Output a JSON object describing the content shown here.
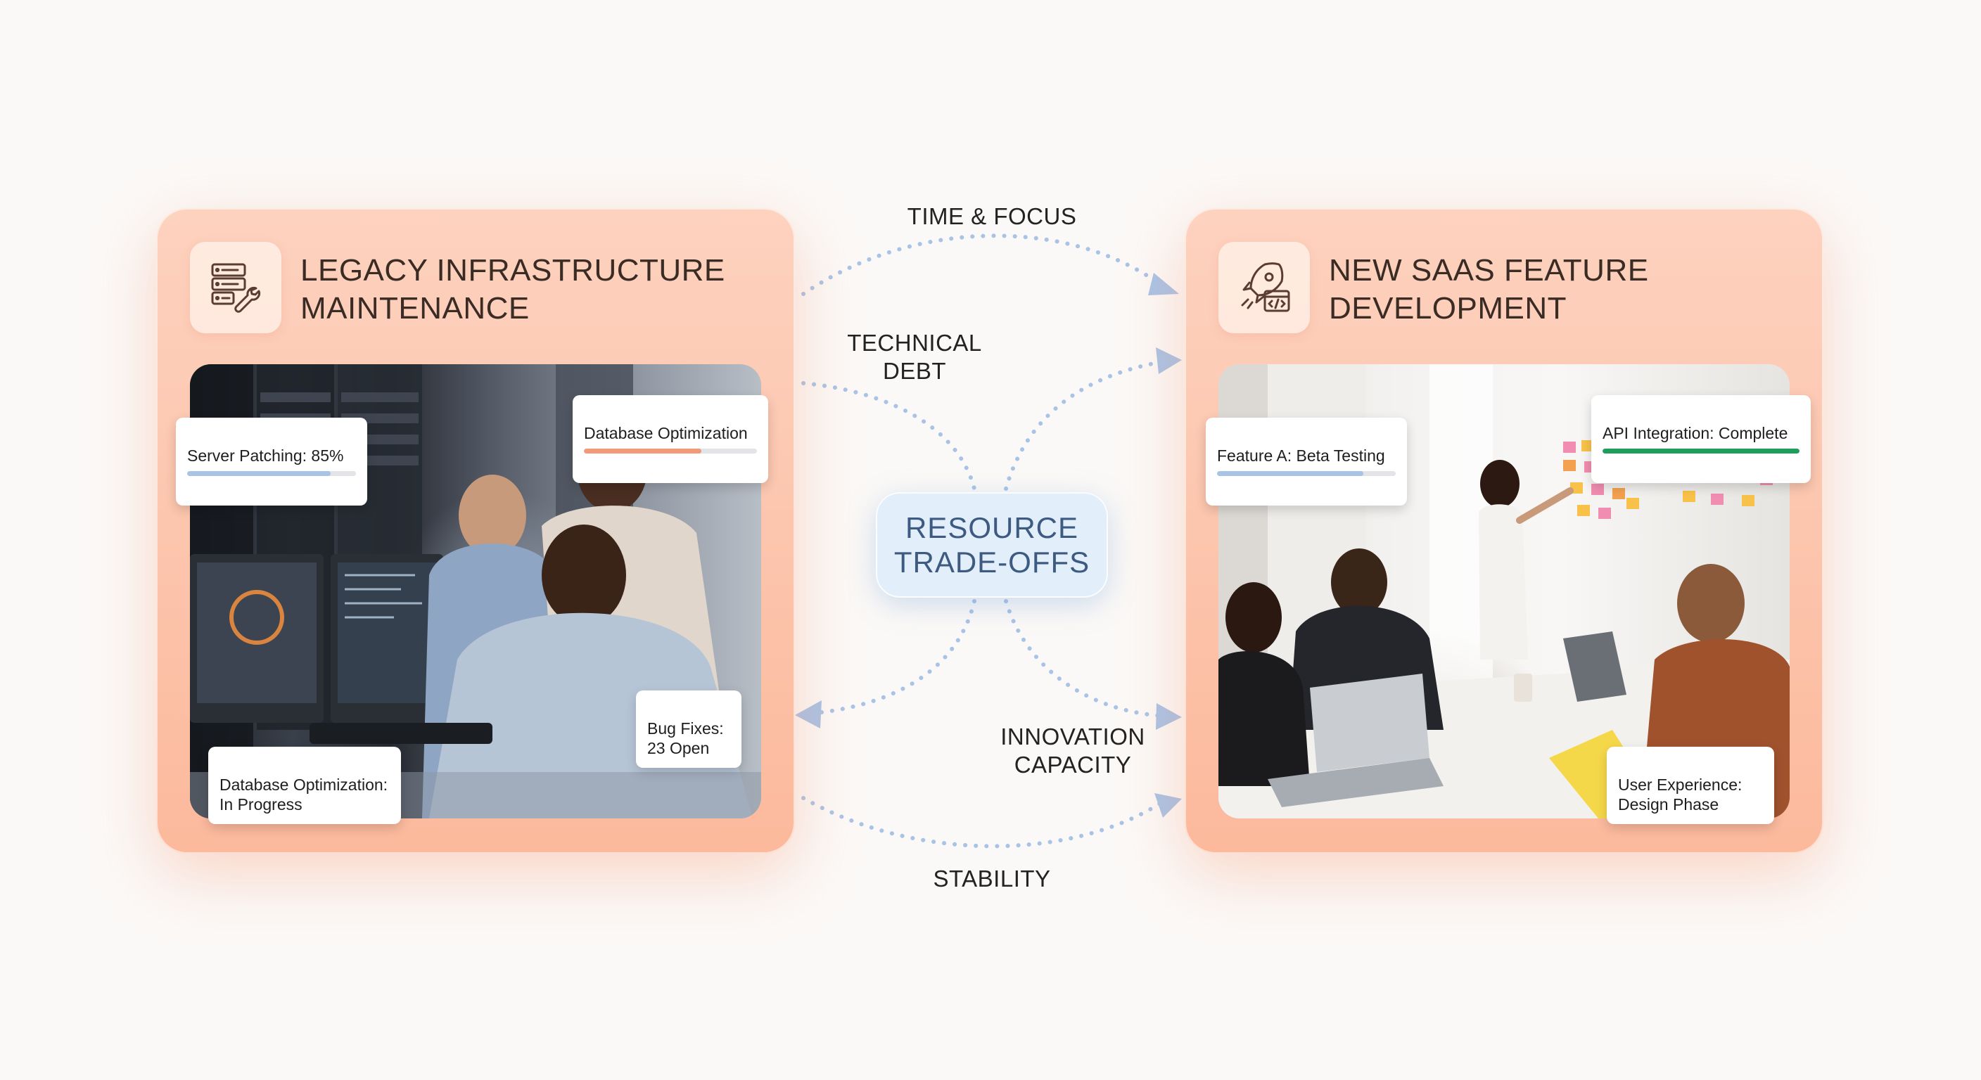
{
  "left_panel": {
    "title": "LEGACY INFRASTRUCTURE\nMAINTENANCE",
    "icon": "server-wrench-icon",
    "chips": {
      "server_patching": {
        "label": "Server Patching: 85%",
        "progress": 0.85,
        "color": "#a9c3e6"
      },
      "database_optimization": {
        "label": "Database Optimization",
        "progress": 0.68,
        "color": "#f29a78"
      },
      "bug_fixes": {
        "label": "Bug Fixes:\n23 Open"
      },
      "db_progress": {
        "label": "Database Optimization:\nIn Progress"
      }
    }
  },
  "right_panel": {
    "title": "NEW SAAS FEATURE\nDEVELOPMENT",
    "icon": "rocket-code-icon",
    "chips": {
      "feature_a": {
        "label": "Feature A: Beta Testing",
        "progress": 0.82,
        "color": "#a9c3e6"
      },
      "api_integration": {
        "label": "API Integration: Complete",
        "progress": 1.0,
        "color": "#1f9d5c"
      },
      "user_experience": {
        "label": "User Experience:\nDesign Phase"
      }
    }
  },
  "hub": {
    "label": "RESOURCE\nTRADE-OFFS"
  },
  "flows": {
    "time_focus": "TIME & FOCUS",
    "technical_debt": "TECHNICAL\nDEBT",
    "innovation_capacity": "INNOVATION\nCAPACITY",
    "stability": "STABILITY"
  },
  "colors": {
    "arrow": "#a9c3e6",
    "panel": "#fcc2a8",
    "hub": "#e3eefb"
  }
}
